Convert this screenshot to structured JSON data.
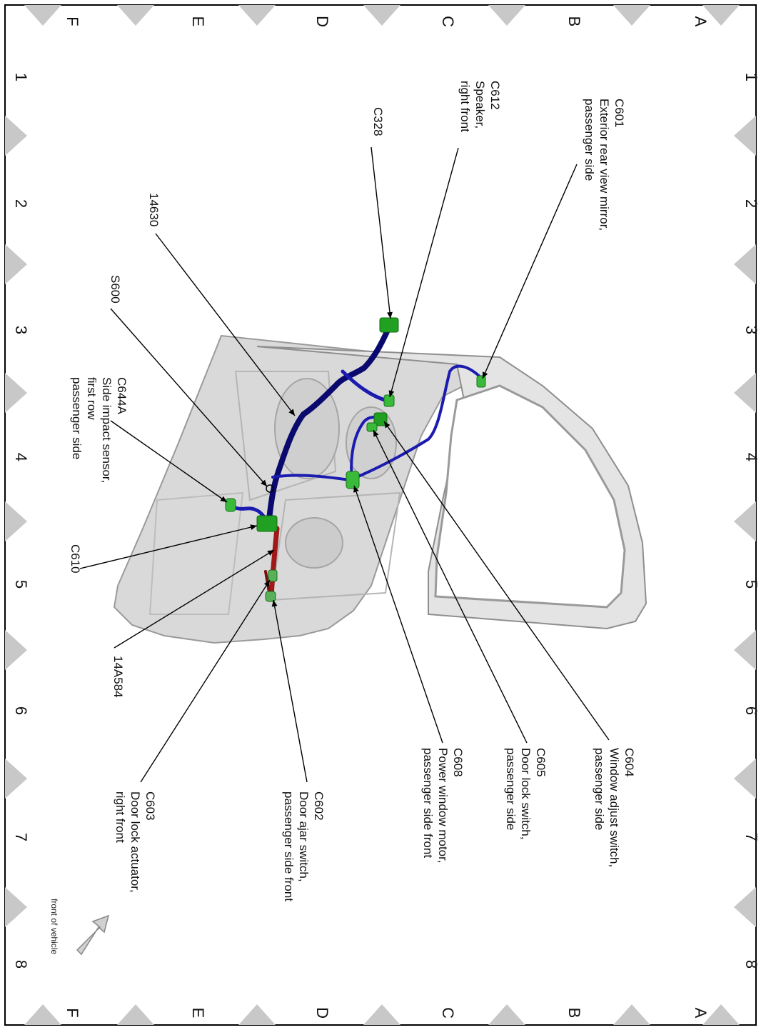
{
  "grid": {
    "rows": [
      "A",
      "B",
      "C",
      "D",
      "E",
      "F"
    ],
    "columns": [
      "1",
      "2",
      "3",
      "4",
      "5",
      "6",
      "7",
      "8"
    ]
  },
  "callouts": [
    {
      "id": "c601",
      "lines": [
        "C601",
        "Exterior rear view mirror,",
        "passenger side"
      ]
    },
    {
      "id": "c612",
      "lines": [
        "C612",
        "Speaker,",
        "right front"
      ]
    },
    {
      "id": "c328",
      "lines": [
        "C328"
      ]
    },
    {
      "id": "h14630",
      "lines": [
        "14630"
      ]
    },
    {
      "id": "s600",
      "lines": [
        "S600"
      ]
    },
    {
      "id": "c644a",
      "lines": [
        "C644A",
        "Side impact sensor,",
        "first row",
        "passenger side"
      ]
    },
    {
      "id": "c610",
      "lines": [
        "C610"
      ]
    },
    {
      "id": "h14a584",
      "lines": [
        "14A584"
      ]
    },
    {
      "id": "c603",
      "lines": [
        "C603",
        "Door lock actuator,",
        "right front"
      ]
    },
    {
      "id": "c602",
      "lines": [
        "C602",
        "Door ajar switch,",
        "passenger side front"
      ]
    },
    {
      "id": "c608",
      "lines": [
        "C608",
        "Power window motor,",
        "passenger side front"
      ]
    },
    {
      "id": "c605",
      "lines": [
        "C605",
        "Door lock switch,",
        "passenger side"
      ]
    },
    {
      "id": "c604",
      "lines": [
        "C604",
        "Window adjust switch,",
        "passenger side"
      ]
    }
  ],
  "front_note": "front of vehicle",
  "colors": {
    "harness": "#1b1bb0",
    "harness_dark": "#0a0a6e",
    "connector": "#22a022",
    "door_panel": "#d9d9d9",
    "red_harness": "#a01818",
    "frame_triangle": "#c8c8c8"
  }
}
